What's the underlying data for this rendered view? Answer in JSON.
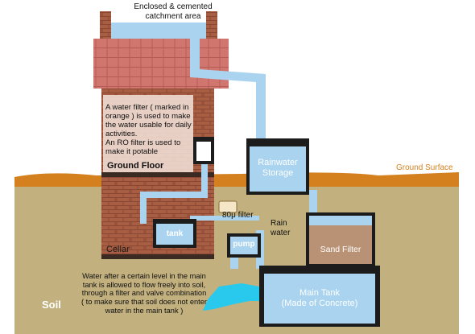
{
  "labels": {
    "catchment": "Enclosed & cemented\ncatchment area",
    "filter_note": "A water filter ( marked in orange ) is used to make the water usable for daily activities.\nAn RO filter is used to make it potable",
    "ground_floor": "Ground Floor",
    "cellar": "Cellar",
    "tank": "tank",
    "filter_80u": "80μ filter",
    "rain_water": "Rain\nwater",
    "pump": "pump",
    "rainwater_storage": "Rainwater\nStorage",
    "ground_surface": "Ground Surface",
    "sand_filter": "Sand Filter",
    "main_tank": "Main Tank\n(Made of Concrete)",
    "overflow_note": "Water after a certain level in the main tank is allowed to flow freely into soil, through a filter and valve combination ( to make sure that soil does not enter water in the main tank )",
    "soil": "Soil"
  },
  "colors": {
    "water": "#a9d3ee",
    "soil": "#c2b07e",
    "ground_surface": "#d4801f",
    "brick": "#a85e43",
    "roof": "#d1766f",
    "sand": "#b99275",
    "seep": "#29c9ee"
  }
}
